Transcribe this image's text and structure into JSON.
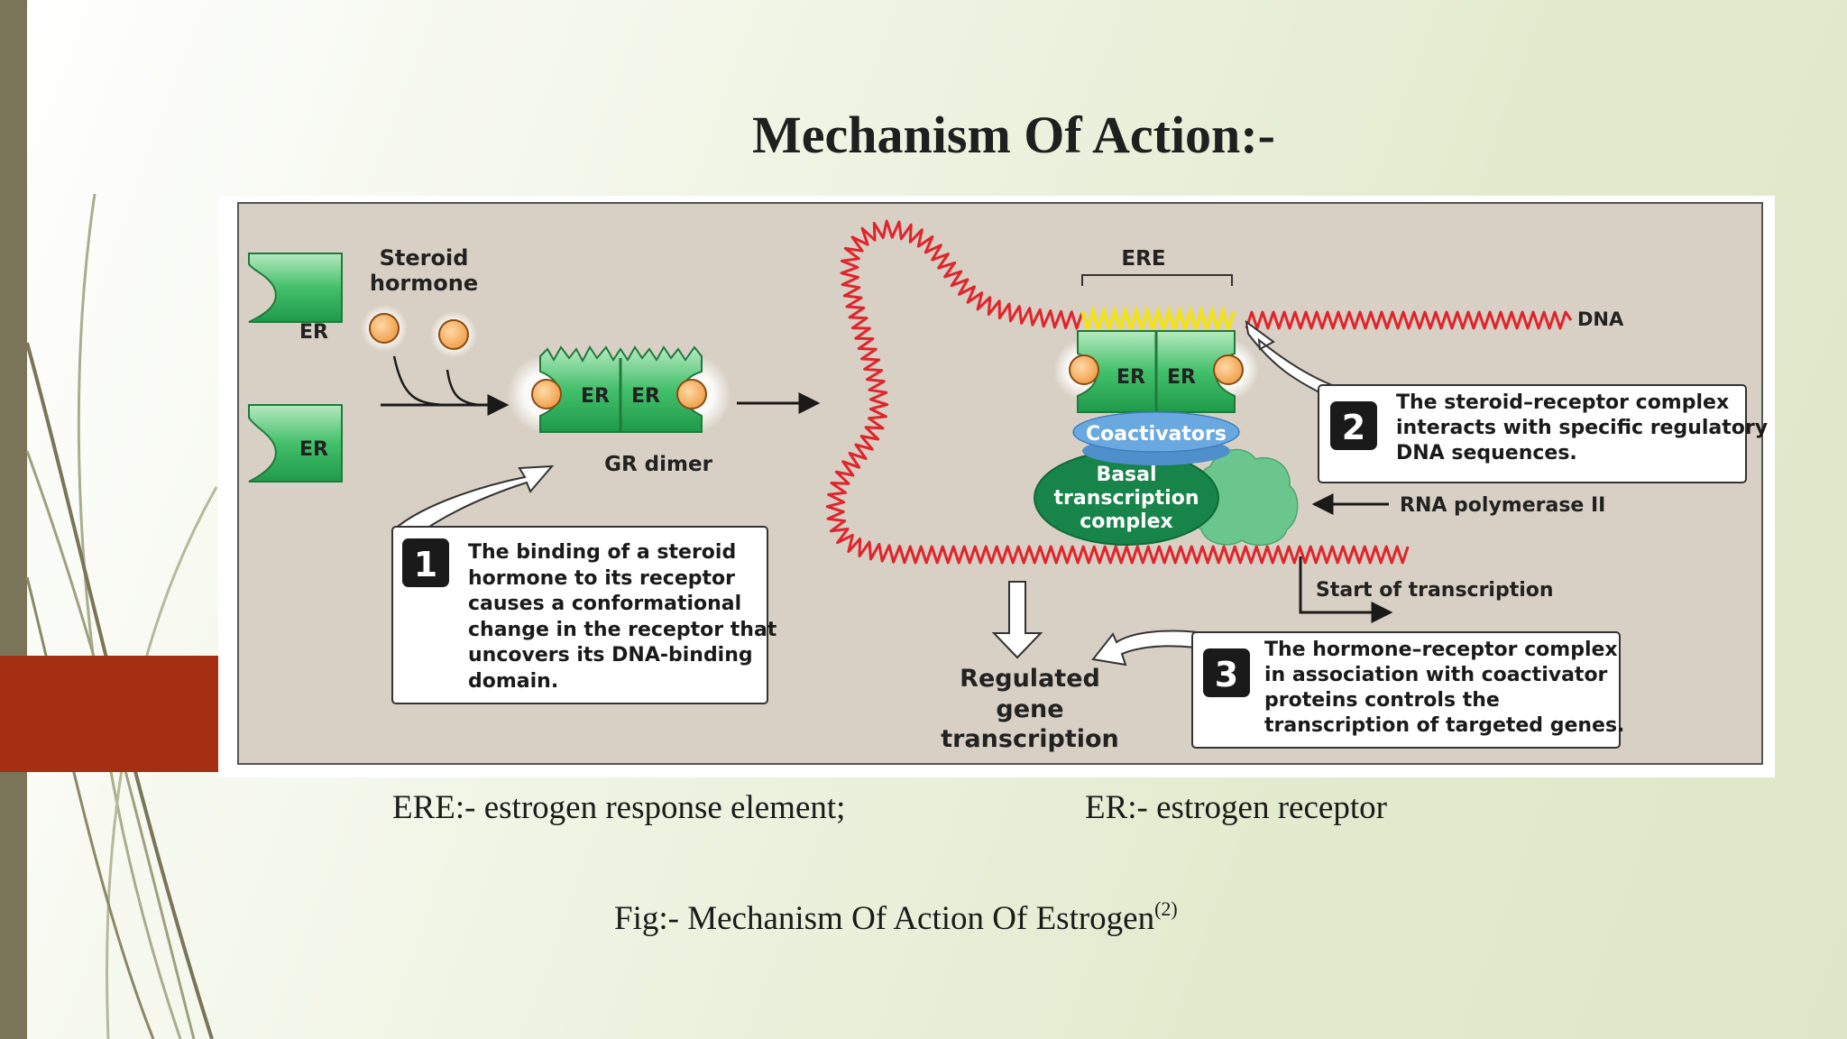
{
  "slide": {
    "title": "Mechanism Of Action:-"
  },
  "diagram": {
    "steroid_hormone_line1": "Steroid",
    "steroid_hormone_line2": "hormone",
    "er_label": "ER",
    "gr_dimer": "GR dimer",
    "ere_label": "ERE",
    "dna_label": "DNA",
    "coactivators": "Coactivators",
    "basal_line1": "Basal",
    "basal_line2": "transcription",
    "basal_line3": "complex",
    "rna_polymerase": "RNA polymerase II",
    "start_transcription": "Start of transcription",
    "regulated_line1": "Regulated",
    "regulated_line2": "gene",
    "regulated_line3": "transcription",
    "step1": {
      "number": "1",
      "lines": [
        "The binding of a steroid",
        "hormone to its receptor",
        "causes a conformational",
        "change in the receptor that",
        "uncovers its DNA-binding",
        "domain."
      ]
    },
    "step2": {
      "number": "2",
      "lines": [
        "The steroid–receptor complex",
        "interacts with specific regulatory",
        "DNA sequences."
      ]
    },
    "step3": {
      "number": "3",
      "lines": [
        "The hormone–receptor complex",
        "in association with coactivator",
        "proteins controls the",
        "transcription of targeted genes."
      ]
    }
  },
  "captions": {
    "ere": "ERE:- estrogen response element;",
    "er": "ER:- estrogen receptor",
    "fig": "Fig:- Mechanism Of Action Of Estrogen",
    "fig_ref": "(2)"
  },
  "colors": {
    "receptor_green": "#2fb25a",
    "dna_red": "#e0242c",
    "ere_yellow": "#f2e21b",
    "coactivator_blue": "#5c9fd8",
    "basal_green": "#17844a",
    "panel_bg": "#d8d0c4",
    "accent_red": "#a52f12"
  }
}
